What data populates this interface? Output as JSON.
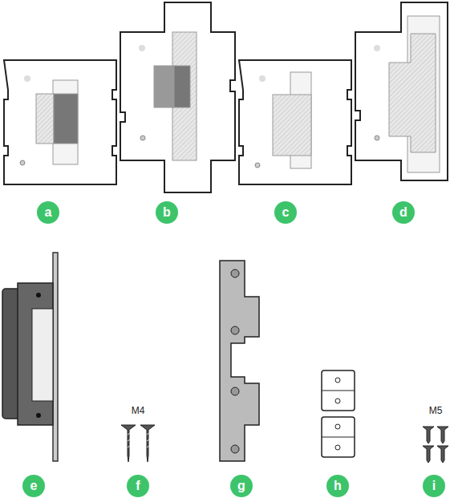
{
  "diagram": {
    "nodes": [
      {
        "text": [
          "a"
        ]
      },
      {
        "text": [
          "b"
        ]
      },
      {
        "text": [
          "c"
        ]
      },
      {
        "text": [
          "d"
        ]
      },
      {
        "text": [
          "e"
        ]
      },
      {
        "text": [
          "f"
        ]
      },
      {
        "text": [
          "g"
        ]
      },
      {
        "text": [
          "h"
        ]
      },
      {
        "text": [
          "i"
        ]
      }
    ],
    "labels": [
      "M4",
      "M5"
    ]
  }
}
